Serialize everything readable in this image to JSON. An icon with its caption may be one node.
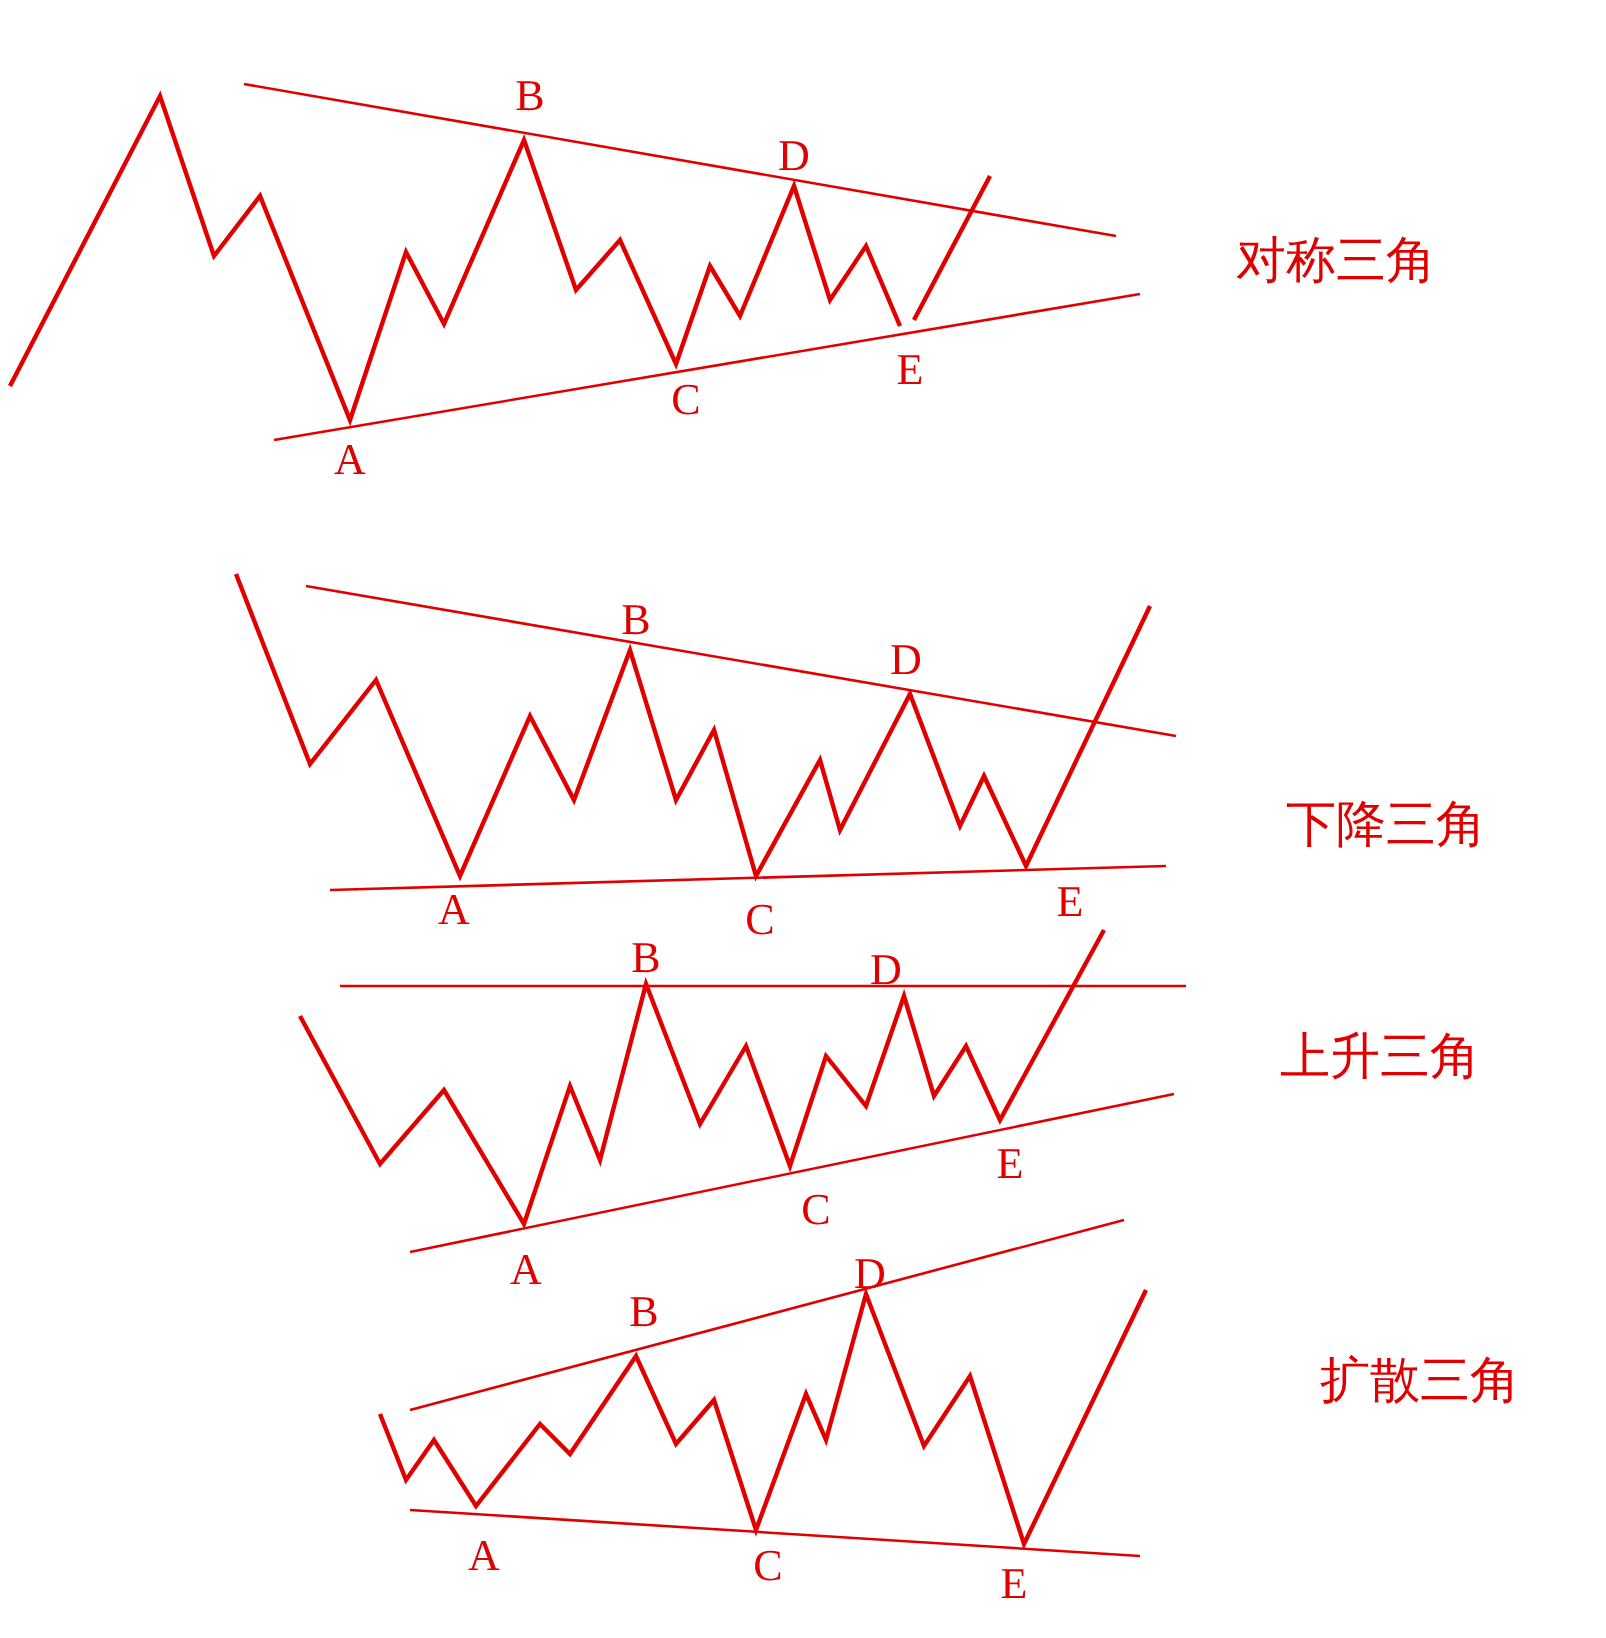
{
  "diagram": {
    "labels": [
      "B",
      "D",
      "对称三角",
      "E",
      "C",
      "A",
      "B",
      "D",
      "下降三角",
      "A",
      "C",
      "E",
      "B",
      "D",
      "上升三角",
      "E",
      "C",
      "A",
      "D",
      "B",
      "扩散三角",
      "A",
      "C",
      "E"
    ]
  }
}
